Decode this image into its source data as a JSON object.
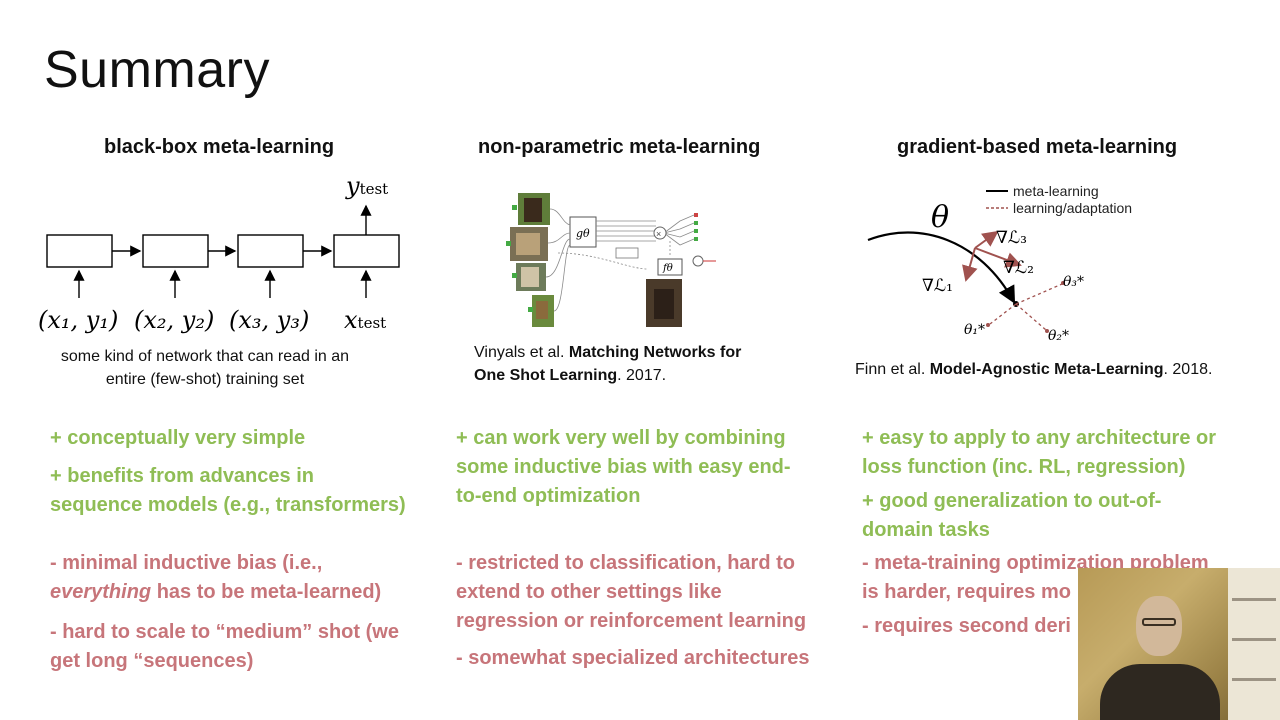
{
  "title": "Summary",
  "columns": {
    "blackbox": {
      "heading": "black-box meta-learning",
      "ytest": "y",
      "ytest_sub": "test",
      "inputs": [
        "(x₁, y₁)",
        "(x₂, y₂)",
        "(x₃, y₃)",
        "x"
      ],
      "xtest_sub": "test",
      "caption_line1": "some kind of network that can read in an",
      "caption_line2": "entire (few-shot) training set",
      "pros": [
        "+ conceptually very simple",
        "+ benefits from advances in",
        "sequence models (e.g., transformers)"
      ],
      "cons": {
        "c1_line1": "- minimal inductive bias (i.e.,",
        "c1_line2_italic": "everything",
        "c1_line2_rest": " has to be meta-learned)",
        "c2_line1": "- hard to scale to “medium” shot (we",
        "c2_line2": "get long “sequences)"
      }
    },
    "nonparam": {
      "heading": "non-parametric meta-learning",
      "g_label": "gθ",
      "f_label": "fθ",
      "caption_author": "Vinyals et al.",
      "caption_title1": "Matching Networks for",
      "caption_title2": "One Shot Learning",
      "caption_year": ". 2017.",
      "pros": [
        "+ can work very well by combining",
        "some inductive bias with easy end-",
        "to-end optimization"
      ],
      "cons": [
        "- restricted to classification, hard to",
        "extend to other settings like",
        "regression or reinforcement learning",
        "- somewhat specialized architectures"
      ]
    },
    "gradient": {
      "heading": "gradient-based meta-learning",
      "legend_solid": "meta-learning",
      "legend_dashed": "learning/adaptation",
      "theta": "θ",
      "grad1": "∇ℒ₁",
      "grad2": "∇ℒ₂",
      "grad3": "∇ℒ₃",
      "opt1": "θ₁*",
      "opt2": "θ₂*",
      "opt3": "θ₃*",
      "caption_author": "Finn et al.",
      "caption_title": "Model-Agnostic Meta-Learning",
      "caption_year": ". 2018.",
      "pros": [
        "+ easy to apply to any architecture or",
        "loss function (inc. RL, regression)",
        "+ good generalization to out-of-",
        "domain tasks"
      ],
      "cons": [
        "- meta-training optimization problem",
        "is harder, requires mo",
        "- requires second deri"
      ]
    }
  },
  "colors": {
    "pro": "#8fbd55",
    "con": "#c7757a",
    "dashed": "#a0524f"
  }
}
